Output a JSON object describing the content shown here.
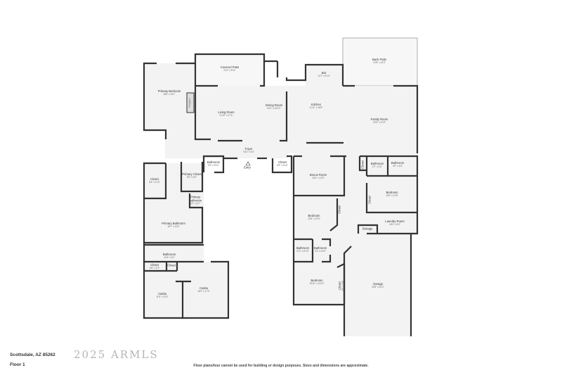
{
  "plan": {
    "rooms": [
      {
        "id": "covered-patio",
        "name": "Covered Patio",
        "dims": "21'6\" x 8'11\""
      },
      {
        "id": "primary-bedroom",
        "name": "Primary Bedroom",
        "dims": "16'8\" x 20'1\""
      },
      {
        "id": "living-room",
        "name": "Living Room",
        "dims": "21'10\" x 17'4\""
      },
      {
        "id": "dining-room",
        "name": "Dining Room",
        "dims": "8'11\" x 20'10\""
      },
      {
        "id": "bar",
        "name": "Bar",
        "dims": "14'7\" x 5'10\""
      },
      {
        "id": "back-patio",
        "name": "Back Patio",
        "dims": "22'8\" x 15'3\""
      },
      {
        "id": "kitchen",
        "name": "Kitchen",
        "dims": "11'11\" x 18'9\""
      },
      {
        "id": "family-room",
        "name": "Family Room",
        "dims": "20'9\" x 21'5\""
      },
      {
        "id": "foyer",
        "name": "Foyer",
        "dims": "9'10\" x 5'3\""
      },
      {
        "id": "entry",
        "name": "Entry",
        "dims": ""
      },
      {
        "id": "bathroom-hall",
        "name": "Bathroom",
        "dims": "6'5\" x 8'10\""
      },
      {
        "id": "closet-entry",
        "name": "Closet",
        "dims": "6'5\" x 6'10\""
      },
      {
        "id": "closet-left",
        "name": "Closet",
        "dims": "8'4\" x 11'3\""
      },
      {
        "id": "primary-closet",
        "name": "Primary Closet",
        "dims": "5'9\" x 9'9\""
      },
      {
        "id": "primary-bathroom-small",
        "name": "Primary Bathroom",
        "dims": "4'7\" x 5'7\""
      },
      {
        "id": "primary-bathroom",
        "name": "Primary Bathroom",
        "dims": "18'7\" x 13'0\""
      },
      {
        "id": "bathroom-casita",
        "name": "Bathroom",
        "dims": "13'4\" x 5'1\""
      },
      {
        "id": "closet-casita",
        "name": "Closet",
        "dims": "6'8\" x 2'3\""
      },
      {
        "id": "closet-casita-2",
        "name": "Closet",
        "dims": ""
      },
      {
        "id": "casita-1",
        "name": "Casita",
        "dims": "11'9\" x 14'0\""
      },
      {
        "id": "casita-2",
        "name": "Casita",
        "dims": "16'2\" x 17'0\""
      },
      {
        "id": "bonus-room",
        "name": "Bonus Room",
        "dims": "15'4\" x 12'0\""
      },
      {
        "id": "bedroom-2",
        "name": "Bedroom",
        "dims": "13'6\" x 13'0\""
      },
      {
        "id": "closet-bed2",
        "name": "Closet",
        "dims": ""
      },
      {
        "id": "bathroom-a",
        "name": "Bathroom",
        "dims": "5'11\" x 6'10\""
      },
      {
        "id": "bathroom-b",
        "name": "Bathroom",
        "dims": "4'2\" x 6'10\""
      },
      {
        "id": "bedroom-3",
        "name": "Bedroom",
        "dims": "15'10\" x 12'10\""
      },
      {
        "id": "closet-bed3",
        "name": "Closet",
        "dims": "2'6\" x 5'11\""
      },
      {
        "id": "closet-right",
        "name": "Closet",
        "dims": ""
      },
      {
        "id": "bathroom-c",
        "name": "Bathroom",
        "dims": "6'7\" x 4'6\""
      },
      {
        "id": "bathroom-d",
        "name": "Bathroom",
        "dims": "4'9\" x 4'6\""
      },
      {
        "id": "bedroom-4",
        "name": "Bedroom",
        "dims": "15'9\" x 11'6\""
      },
      {
        "id": "closet-bed4",
        "name": "Closet",
        "dims": ""
      },
      {
        "id": "laundry-room",
        "name": "Laundry Room",
        "dims": "16'4\" x 6'0\""
      },
      {
        "id": "storage",
        "name": "Storage",
        "dims": ""
      },
      {
        "id": "garage",
        "name": "Garage",
        "dims": "20'8\" x 32'2\""
      },
      {
        "id": "fireplace",
        "name": "Fireplace",
        "dims": ""
      }
    ]
  },
  "footer": {
    "address": "Scottsdale, AZ 85262",
    "floor": "Floor 1",
    "disclaimer": "Floor plans/tour cannot be used for building or design purposes. Sizes and dimensions are approximate.",
    "watermark": "2025 ARMLS"
  },
  "colors": {
    "wall": "#333333",
    "floor": "#f3f3f3",
    "patio": "#f7f7f7",
    "opening": "#cccccc"
  }
}
